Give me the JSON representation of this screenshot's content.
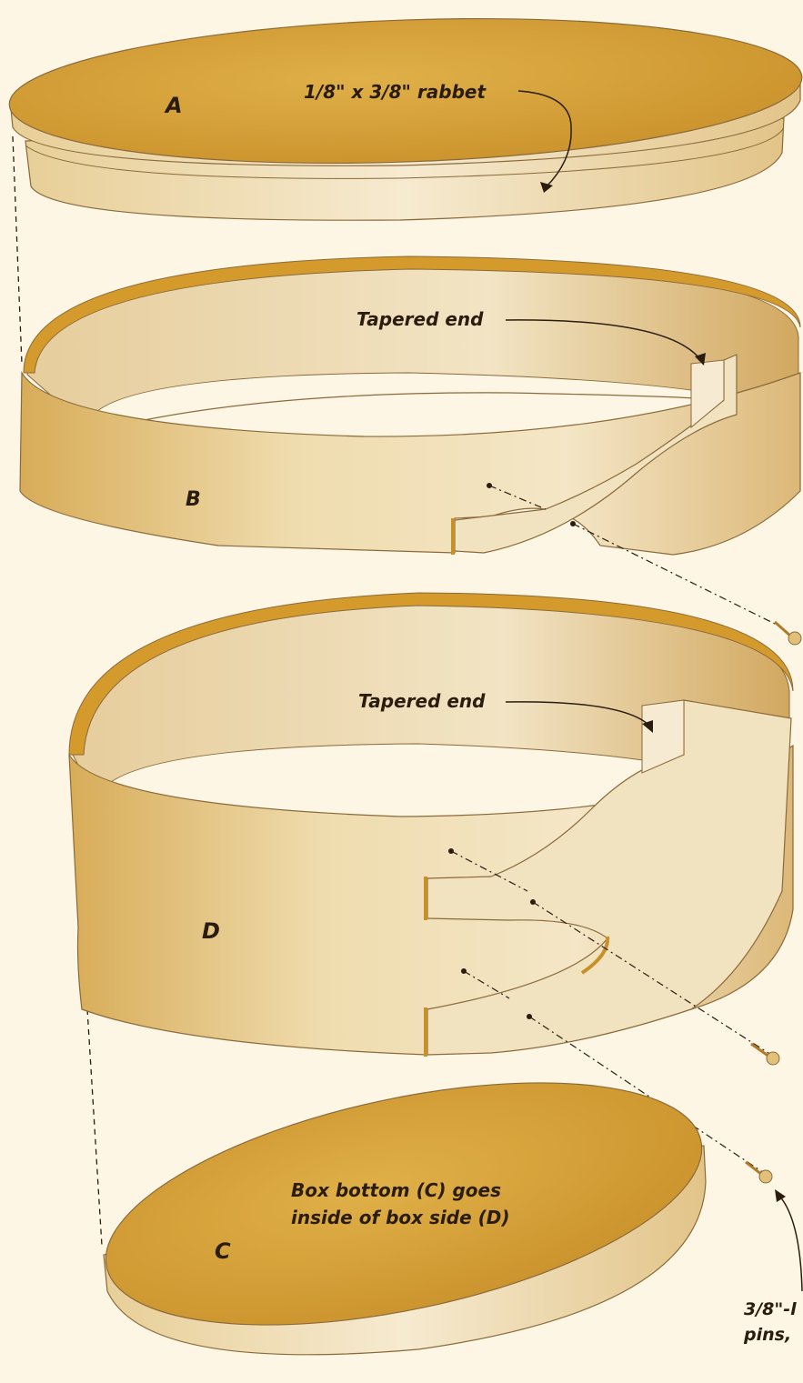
{
  "parts": {
    "lid": "A",
    "upper_band": "B",
    "bottom": "C",
    "box_side": "D"
  },
  "annotations": {
    "rabbet": "1/8\" x 3/8\" rabbet",
    "tapered_end_upper": "Tapered end",
    "tapered_end_lower": "Tapered end",
    "bottom_note_line1": "Box bottom (C) goes",
    "bottom_note_line2": "inside of box side (D)",
    "pins_line1": "3/8\"-l",
    "pins_line2": "pins,"
  },
  "colors": {
    "wood_top": "#d9a83a",
    "wood_edge": "#eedcb4",
    "background": "#fdf6e4"
  },
  "icons": [
    "copper-tack-icon"
  ]
}
